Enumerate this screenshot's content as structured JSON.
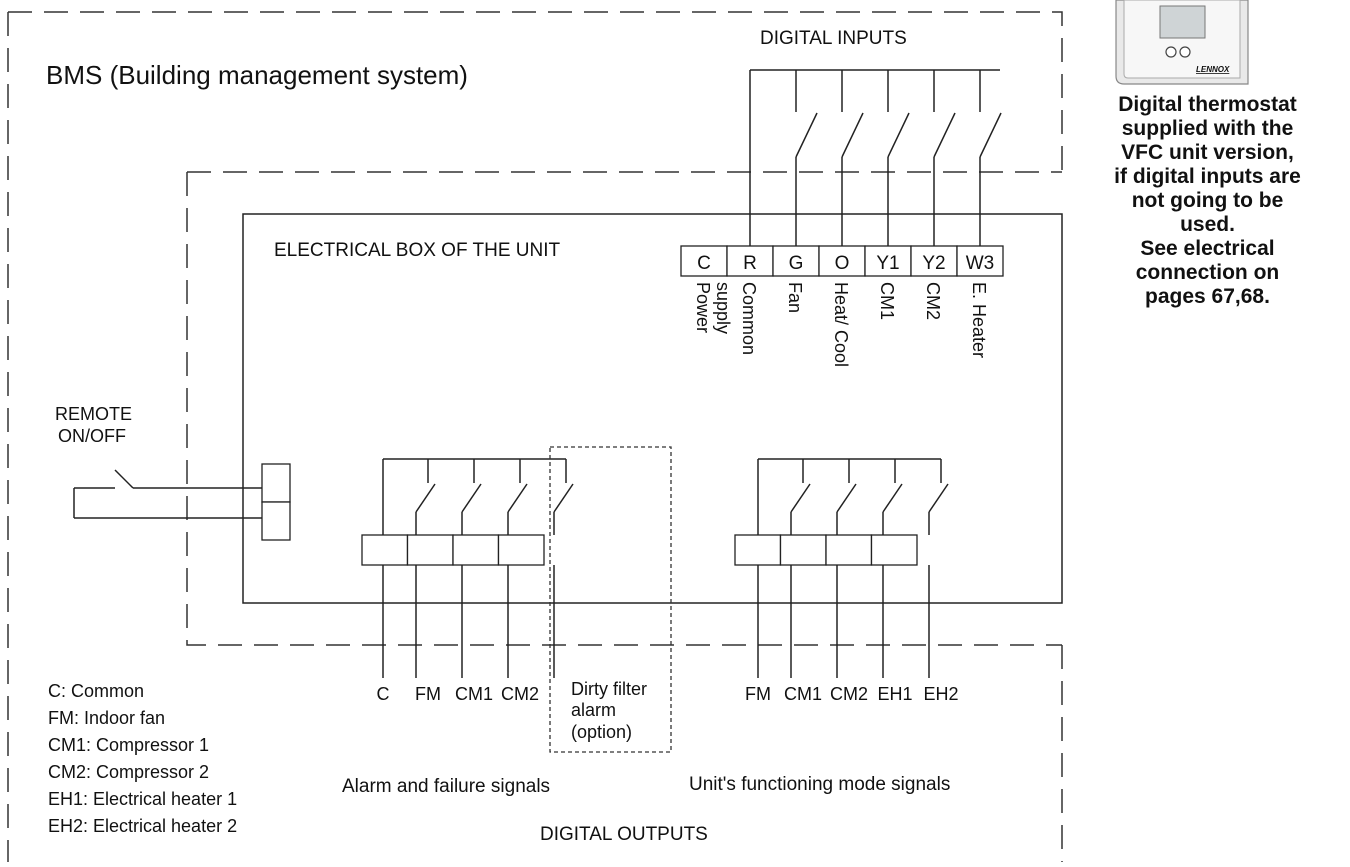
{
  "bms_title": "BMS (Building management system)",
  "digital_inputs_label": "DIGITAL INPUTS",
  "digital_outputs_label": "DIGITAL OUTPUTS",
  "electrical_box_label": "ELECTRICAL BOX OF THE UNIT",
  "remote": [
    "REMOTE",
    "ON/OFF"
  ],
  "terminals": [
    "C",
    "R",
    "G",
    "O",
    "Y1",
    "Y2",
    "W3"
  ],
  "terminal_descriptions": [
    [
      "Power",
      "supply"
    ],
    [
      "Common"
    ],
    [
      "Fan"
    ],
    [
      "Heat/ Cool"
    ],
    [
      "CM1"
    ],
    [
      "CM2"
    ],
    [
      "E. Heater"
    ]
  ],
  "alarm_outputs": [
    "C",
    "FM",
    "CM1",
    "CM2"
  ],
  "dirty_filter": [
    "Dirty filter",
    "alarm",
    "(option)"
  ],
  "mode_outputs": [
    "FM",
    "CM1",
    "CM2",
    "EH1",
    "EH2"
  ],
  "alarm_group_label": "Alarm and failure signals",
  "mode_group_label": "Unit's functioning mode signals",
  "legend": [
    "C: Common",
    "FM: Indoor fan",
    "CM1: Compressor 1",
    "CM2: Compressor 2",
    "EH1: Electrical heater 1",
    "EH2: Electrical heater  2"
  ],
  "thermostat_brand": "LENNOX",
  "thermostat_note": [
    "Digital thermostat",
    "supplied with the",
    "VFC unit version,",
    "if digital inputs are",
    "not going to be",
    "used.",
    "See electrical",
    "connection on",
    "pages 67,68."
  ]
}
